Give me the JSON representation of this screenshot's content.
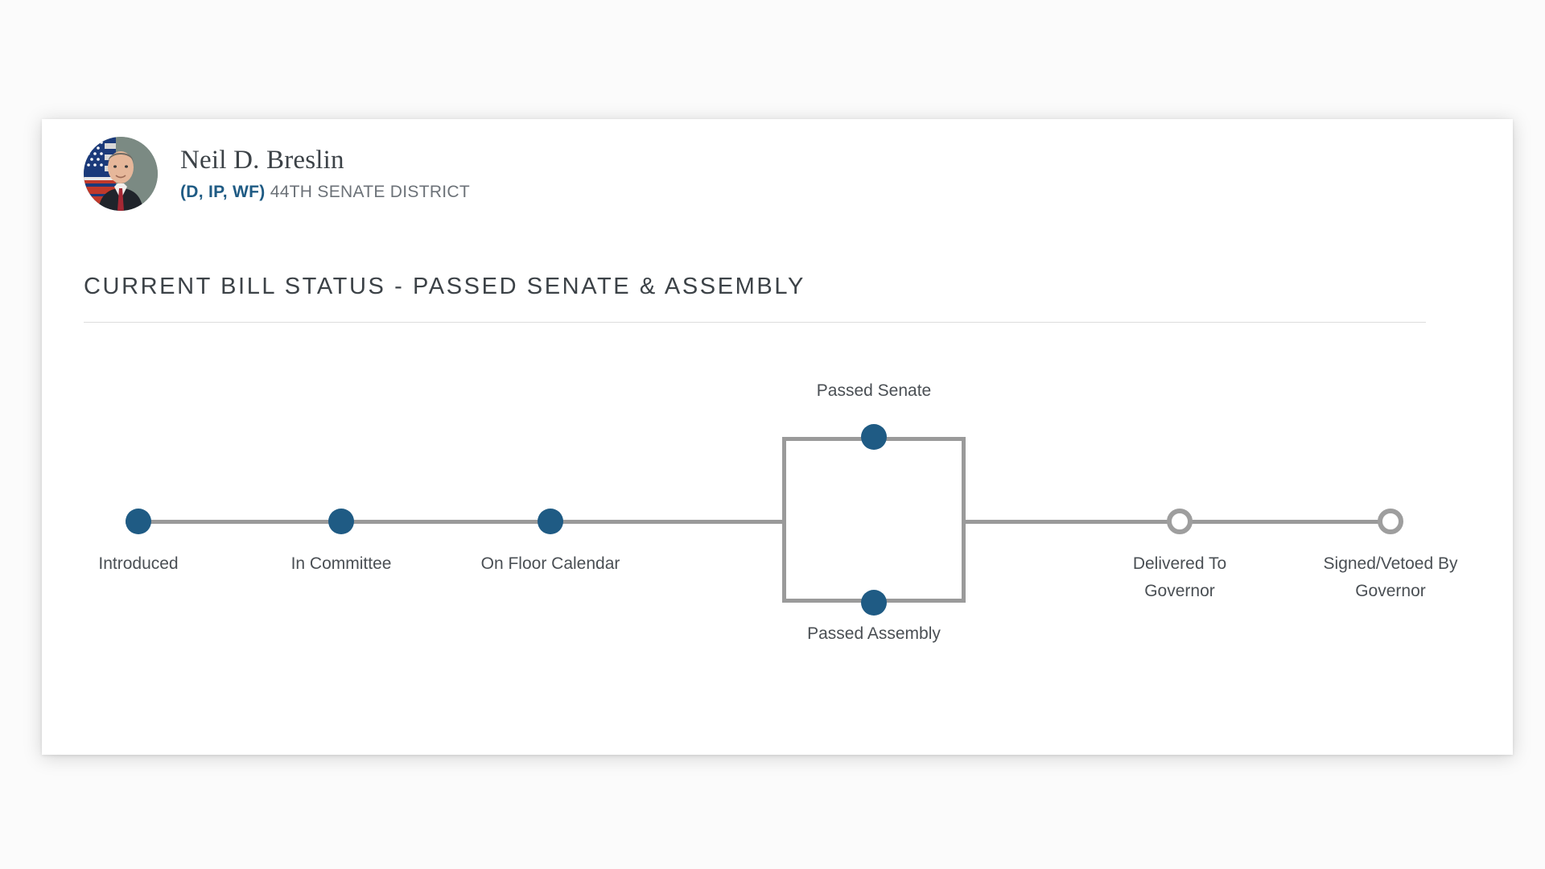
{
  "member": {
    "name": "Neil D. Breslin",
    "party": "(D, IP, WF)",
    "district": "44TH SENATE DISTRICT",
    "avatar_icon": "member-headshot"
  },
  "section": {
    "title": "CURRENT BILL STATUS - PASSED SENATE & ASSEMBLY"
  },
  "tracker": {
    "steps": [
      {
        "label": "Introduced",
        "state": "done"
      },
      {
        "label": "In Committee",
        "state": "done"
      },
      {
        "label": "On Floor Calendar",
        "state": "done"
      },
      {
        "label": "Delivered To\nGovernor",
        "state": "pending"
      },
      {
        "label": "Signed/Vetoed By\nGovernor",
        "state": "pending"
      }
    ],
    "branch": {
      "top_label": "Passed Senate",
      "top_state": "done",
      "bottom_label": "Passed Assembly",
      "bottom_state": "done"
    }
  },
  "colors": {
    "done": "#1f5b84",
    "pending": "#9e9e9e",
    "line": "#9a9a9a",
    "text": "#4a4f54",
    "accent": "#1f5b84"
  }
}
